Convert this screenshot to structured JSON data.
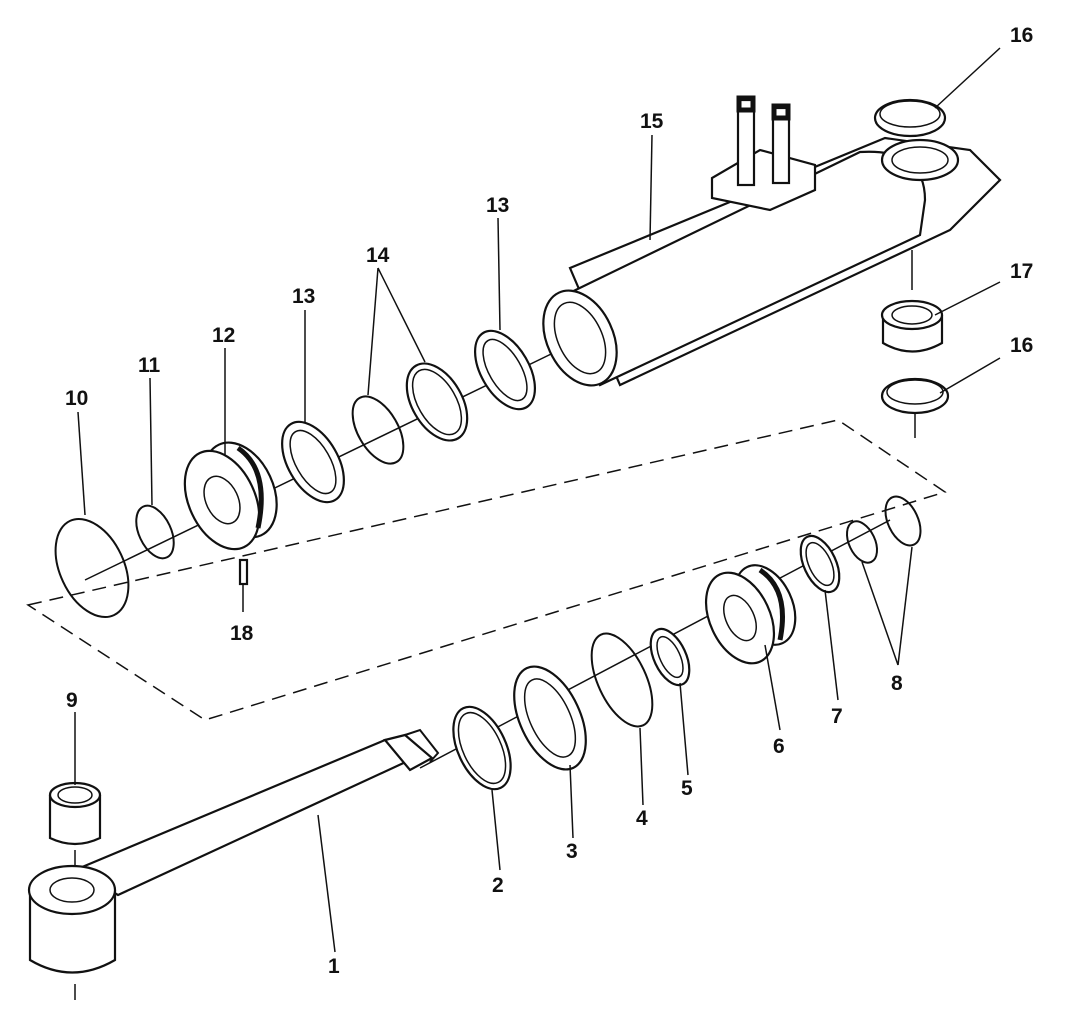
{
  "labels": {
    "l1": "1",
    "l2": "2",
    "l3": "3",
    "l4": "4",
    "l5": "5",
    "l6": "6",
    "l7": "7",
    "l8": "8",
    "l9": "9",
    "l10": "10",
    "l11": "11",
    "l12": "12",
    "l13a": "13",
    "l13b": "13",
    "l14": "14",
    "l15": "15",
    "l16a": "16",
    "l16b": "16",
    "l17": "17",
    "l18": "18"
  }
}
